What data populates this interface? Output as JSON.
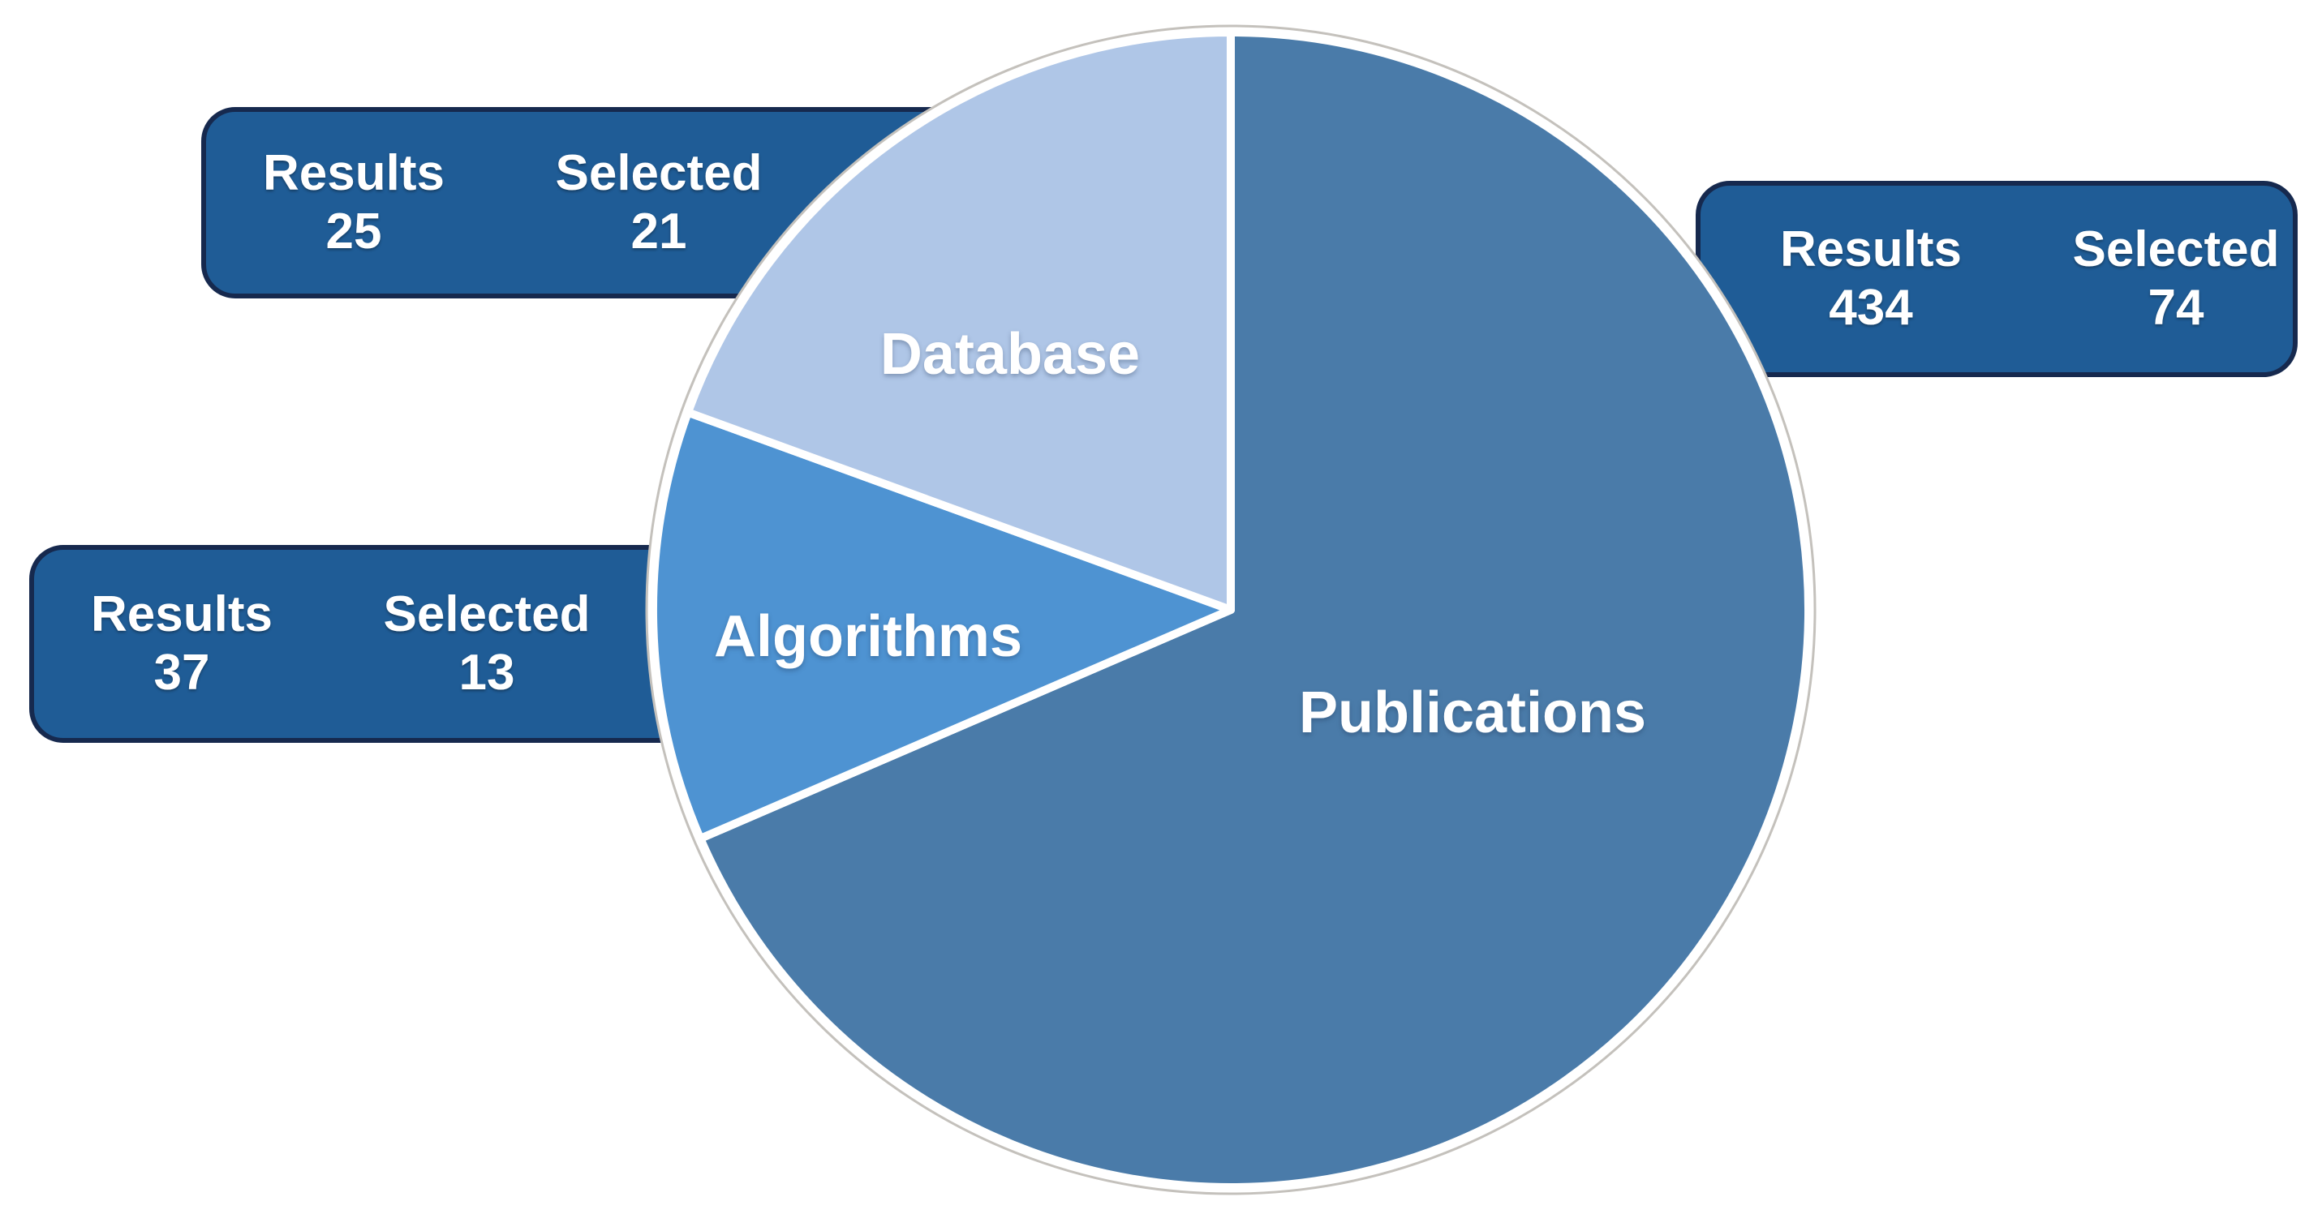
{
  "page": {
    "background": "#FFFFFF"
  },
  "labels": {
    "results": "Results",
    "selected": "Selected"
  },
  "chart_data": {
    "type": "pie",
    "value_basis": "selected",
    "start": "12-oclock",
    "direction": "clockwise",
    "legend_position": "labels-inside-slices",
    "slices": [
      {
        "label": "Publications",
        "results": 434,
        "selected": 74,
        "color": "#4A7BA9"
      },
      {
        "label": "Algorithms",
        "results": 37,
        "selected": 13,
        "color": "#4E93D2"
      },
      {
        "label": "Database",
        "results": 25,
        "selected": 21,
        "color": "#AFC6E7"
      }
    ],
    "slice_stroke_color": "#FFFFFF",
    "outline_color": "#C4C1BC",
    "label_color": "#FFFFFF"
  },
  "callouts": {
    "box_fill": "#1F5C96",
    "box_border": "#16294E",
    "text_color": "#FFFFFF"
  }
}
